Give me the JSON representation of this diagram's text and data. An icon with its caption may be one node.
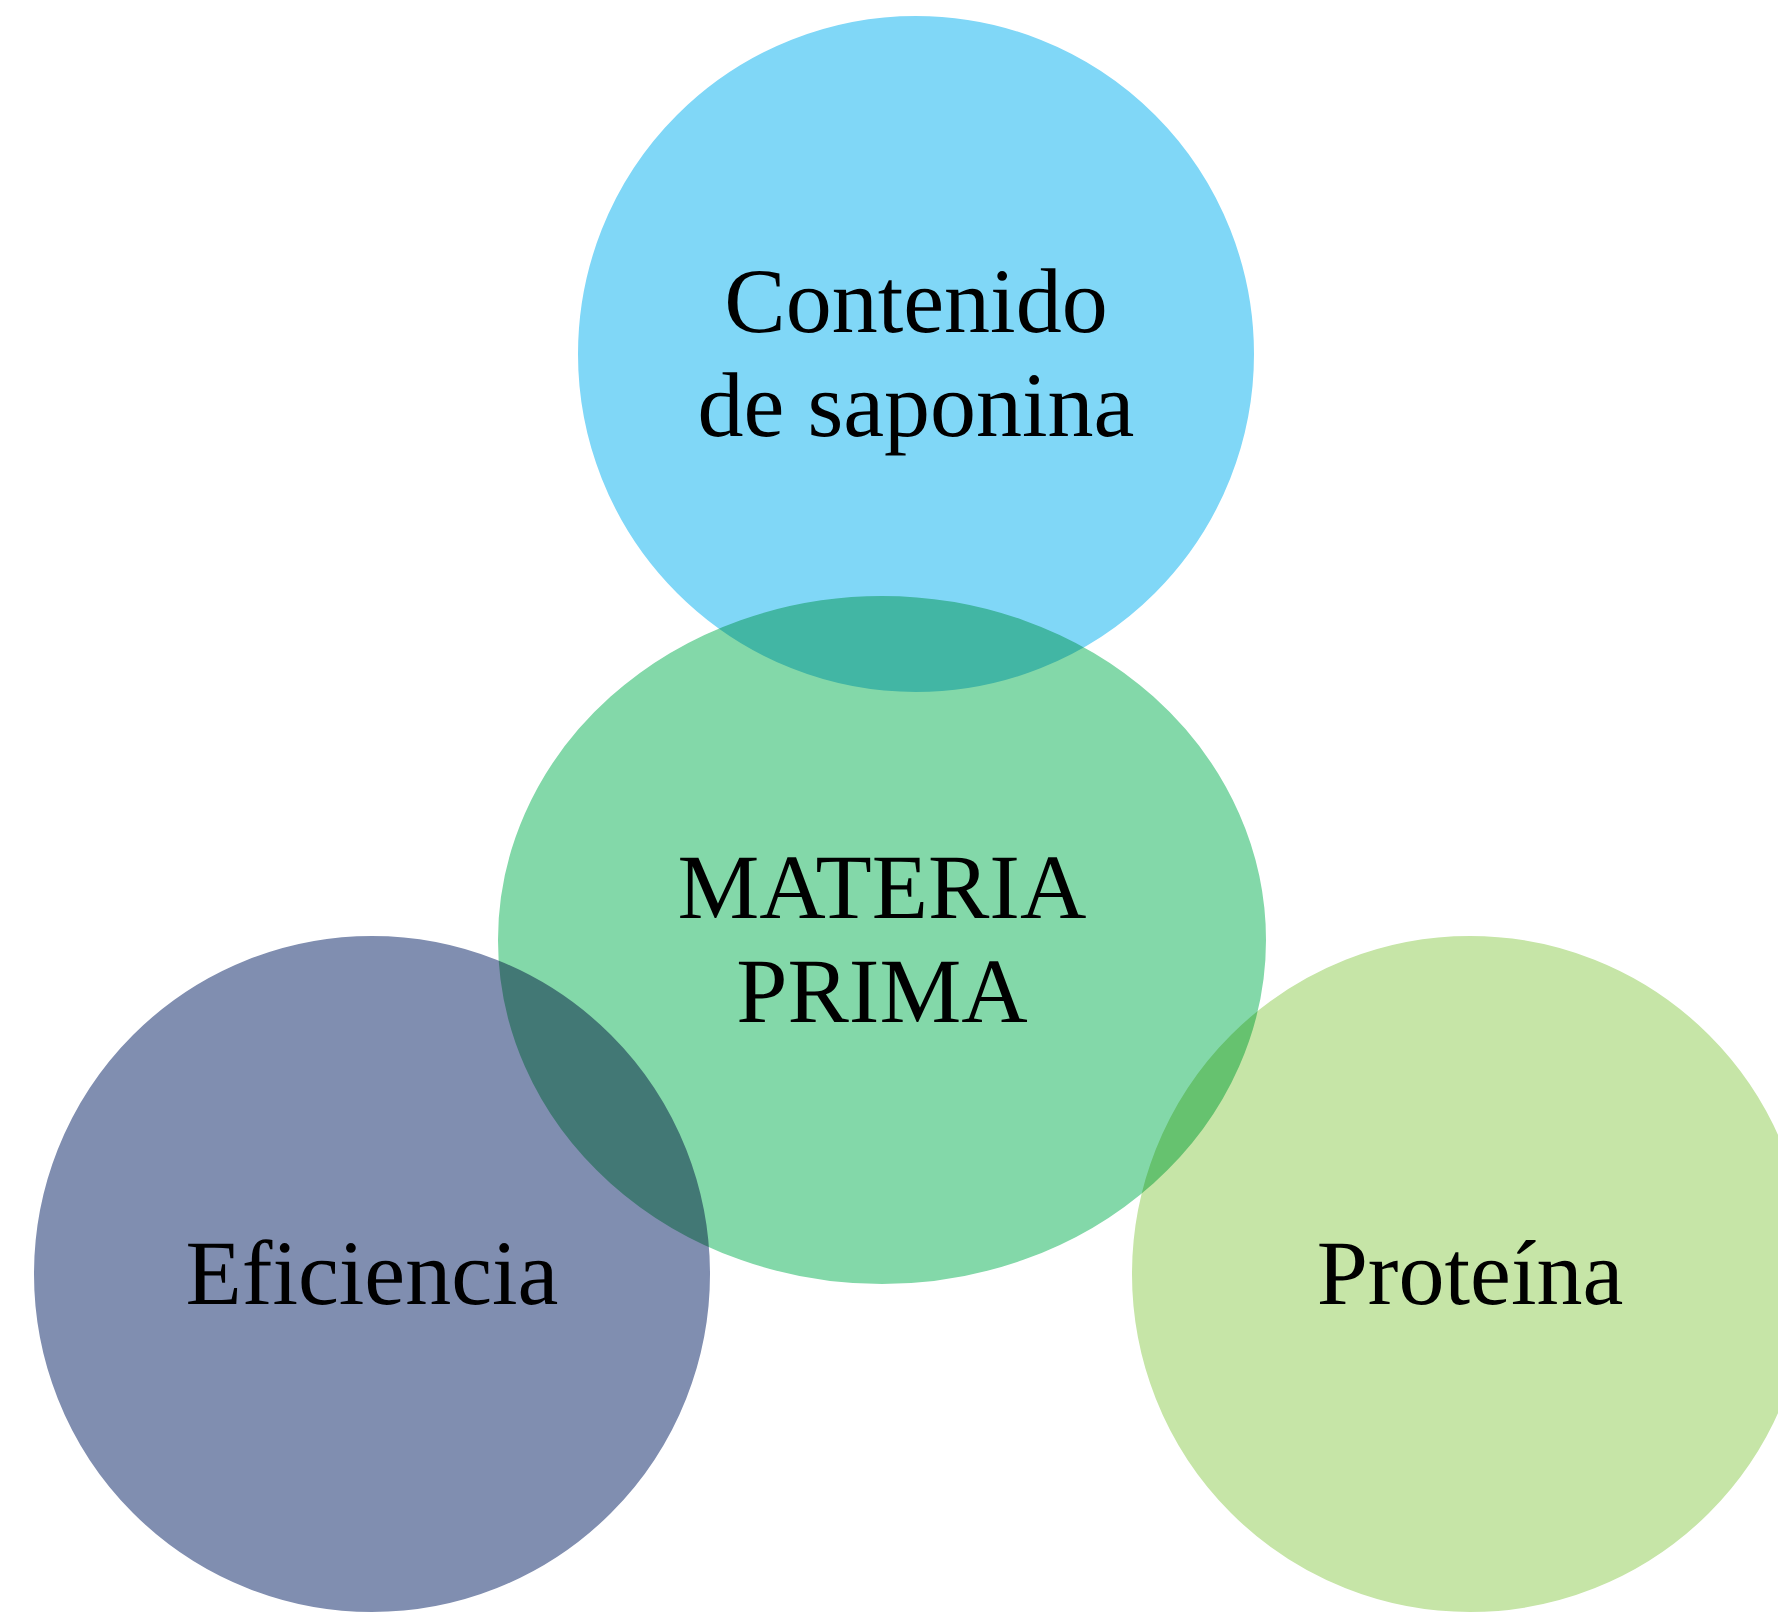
{
  "diagram": {
    "nodes": [
      {
        "text": [
          "Contenido de saponina"
        ]
      },
      {
        "text": [
          "MATERIA PRIMA"
        ]
      },
      {
        "text": [
          "Eficiencia"
        ]
      },
      {
        "text": [
          "Proteína"
        ]
      }
    ]
  }
}
